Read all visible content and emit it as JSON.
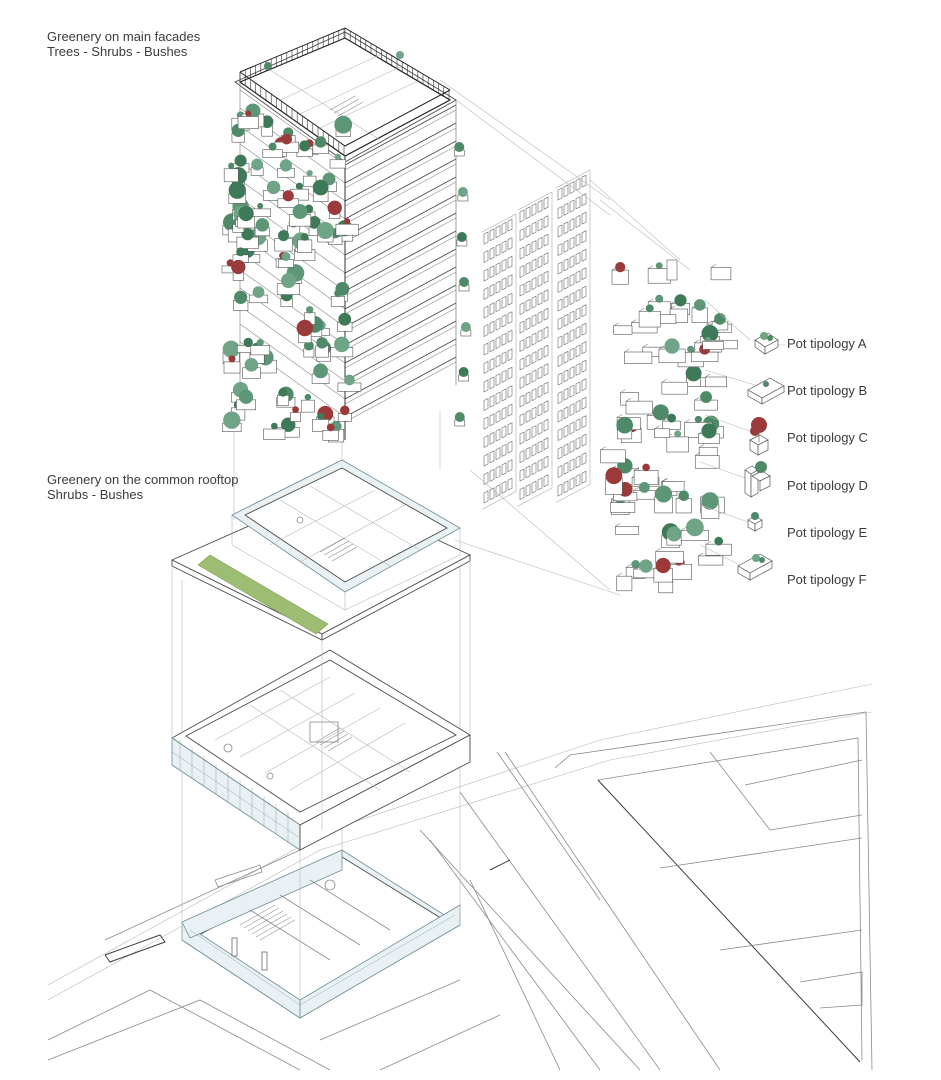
{
  "labels": {
    "facades_title": "Greenery on main facades",
    "facades_sub": "Trees - Shrubs - Bushes",
    "rooftop_title": "Greenery on the common rooftop",
    "rooftop_sub": "Shrubs - Bushes"
  },
  "pot_types": [
    {
      "label": "Pot tipology A"
    },
    {
      "label": "Pot tipology B"
    },
    {
      "label": "Pot tipology C"
    },
    {
      "label": "Pot tipology D"
    },
    {
      "label": "Pot tipology E"
    },
    {
      "label": "Pot tipology F"
    }
  ],
  "colors": {
    "tree_green": "#4f8a68",
    "tree_light_green": "#6fa487",
    "tree_red": "#9a3a3a",
    "lawn": "#9dbd72",
    "glass": "#eaf1f4",
    "line": "#4a4a4a"
  }
}
